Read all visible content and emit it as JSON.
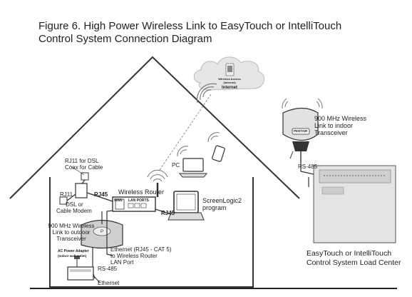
{
  "figure": {
    "title_line1": "Figure 6. High Power Wireless Link to EasyTouch or IntelliTouch",
    "title_line2": "Control System Connection Diagram"
  },
  "cloud": {
    "caption_line1": "Wireless Access",
    "caption_line2": "(Internet)",
    "internet_label": "Internet"
  },
  "labels": {
    "rj11_dsl": "RJ11 for DSL",
    "coax_cable": "Coax for Cable",
    "rj11": "RJ11",
    "rj45_modem": "RJ45",
    "dsl_or": "DSL or",
    "cable_modem": "Cable Modem",
    "wireless_router": "Wireless Router",
    "wan": "WAN",
    "lan_ports": "LAN PORTS",
    "rj45_router": "RJ45",
    "pc": "PC",
    "screenlogic_line1": "ScreenLogic2",
    "screenlogic_line2": "program",
    "outdoor_line1": "900 MHz Wireless",
    "outdoor_line2": "Link to outdoor",
    "outdoor_line3": "Transceiver",
    "ethernet_line1": "Ethernet (RJ45 - CAT 5)",
    "ethernet_line2": "to Wireless Router",
    "ethernet_line3": "LAN Port",
    "ac_adapter_line1": "AC Power Adapter",
    "ac_adapter_line2": "(Indoor wall outlet)",
    "rs485_indoor": "RS-485",
    "ethernet_bottom": "Ethernet",
    "indoor_line1": "900 MHz Wireless",
    "indoor_line2": "Link to indoor",
    "indoor_line3": "Transceiver",
    "rs485_outdoor": "RS-485",
    "load_center_line1": "EasyTouch or IntelliTouch",
    "load_center_line2": "Control System Load Center",
    "pentair": "PENTAIR"
  },
  "colors": {
    "line": "#333333",
    "cloud": "#e6e6e6",
    "device_gray": "#cfcfcf",
    "panel": "#e4e4e4"
  }
}
